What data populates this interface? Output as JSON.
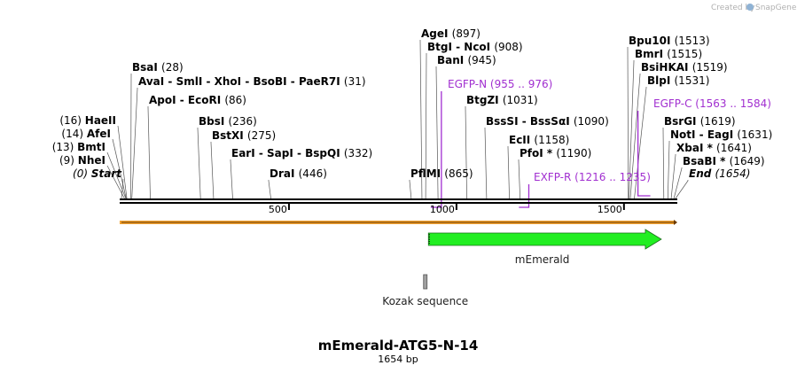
{
  "credit": {
    "text": "Created by",
    "brand": "SnapGene"
  },
  "map": {
    "title": "mEmerald-ATG5-N-14",
    "length_label": "1654 bp",
    "length": 1654,
    "ticks": [
      {
        "bp": 500,
        "label": "500"
      },
      {
        "bp": 1000,
        "label": "1000"
      },
      {
        "bp": 1500,
        "label": "1500"
      }
    ],
    "sites": [
      {
        "label": "Start",
        "pos": "(0)",
        "bp": 0,
        "side": "left",
        "italic": true
      },
      {
        "label": "NheI",
        "pos": "(9)",
        "bp": 9,
        "side": "left"
      },
      {
        "label": "BmtI",
        "pos": "(13)",
        "bp": 13,
        "side": "left"
      },
      {
        "label": "AfeI",
        "pos": "(14)",
        "bp": 14,
        "side": "left"
      },
      {
        "label": "HaeII",
        "pos": "(16)",
        "bp": 16,
        "side": "left"
      },
      {
        "label": "BsaI",
        "pos": "(28)",
        "bp": 28,
        "side": "right"
      },
      {
        "label": "AvaI  - SmlI  - XhoI  - BsoBI  - PaeR7I",
        "pos": "(31)",
        "bp": 31,
        "side": "right"
      },
      {
        "label": "ApoI  - EcoRI",
        "pos": "(86)",
        "bp": 86,
        "side": "right"
      },
      {
        "label": "BbsI",
        "pos": "(236)",
        "bp": 236,
        "side": "right"
      },
      {
        "label": "BstXI",
        "pos": "(275)",
        "bp": 275,
        "side": "right"
      },
      {
        "label": "EarI  - SapI  - BspQI",
        "pos": "(332)",
        "bp": 332,
        "side": "right"
      },
      {
        "label": "DraI",
        "pos": "(446)",
        "bp": 446,
        "side": "right"
      },
      {
        "label": "PflMI",
        "pos": "(865)",
        "bp": 865,
        "side": "right"
      },
      {
        "label": "AgeI",
        "pos": "(897)",
        "bp": 897,
        "side": "right"
      },
      {
        "label": "BtgI  - NcoI",
        "pos": "(908)",
        "bp": 908,
        "side": "right"
      },
      {
        "label": "BanI",
        "pos": "(945)",
        "bp": 945,
        "side": "right"
      },
      {
        "label": "BtgZI",
        "pos": "(1031)",
        "bp": 1031,
        "side": "right"
      },
      {
        "label": "BssSI  - BssSαI",
        "pos": "(1090)",
        "bp": 1090,
        "side": "right"
      },
      {
        "label": "EcII",
        "pos": "(1158)",
        "bp": 1158,
        "side": "right"
      },
      {
        "label": "PfoI *",
        "pos": "(1190)",
        "bp": 1190,
        "side": "right"
      },
      {
        "label": "Bpu10I",
        "pos": "(1513)",
        "bp": 1513,
        "side": "right"
      },
      {
        "label": "BmrI",
        "pos": "(1515)",
        "bp": 1515,
        "side": "right"
      },
      {
        "label": "BsiHKAI",
        "pos": "(1519)",
        "bp": 1519,
        "side": "right"
      },
      {
        "label": "BlpI",
        "pos": "(1531)",
        "bp": 1531,
        "side": "right"
      },
      {
        "label": "BsrGI",
        "pos": "(1619)",
        "bp": 1619,
        "side": "right"
      },
      {
        "label": "NotI  - EagI",
        "pos": "(1631)",
        "bp": 1631,
        "side": "right"
      },
      {
        "label": "XbaI *",
        "pos": "(1641)",
        "bp": 1641,
        "side": "right"
      },
      {
        "label": "BsaBI *",
        "pos": "(1649)",
        "bp": 1649,
        "side": "right"
      },
      {
        "label": "End",
        "pos": "(1654)",
        "bp": 1654,
        "side": "right",
        "italic": true
      }
    ],
    "primers": [
      {
        "label": "EGFP-N",
        "range": "(955 .. 976)",
        "start": 955,
        "end": 976,
        "direction": "reverse"
      },
      {
        "label": "EXFP-R",
        "range": "(1216 .. 1235)",
        "start": 1216,
        "end": 1235,
        "direction": "reverse"
      },
      {
        "label": "EGFP-C",
        "range": "(1563 .. 1584)",
        "start": 1563,
        "end": 1584,
        "direction": "forward"
      }
    ],
    "features": [
      {
        "label": "mEmerald",
        "start": 919,
        "end": 1638,
        "type": "cds",
        "color": "#22ee22"
      },
      {
        "label": "Kozak sequence",
        "start": 907,
        "end": 918,
        "type": "misc",
        "color": "#a0a0a0"
      }
    ],
    "colors": {
      "backbone": "#000000",
      "orf": "#f0a030",
      "primer": "#a12fd0",
      "cds": "#22ee22"
    }
  }
}
